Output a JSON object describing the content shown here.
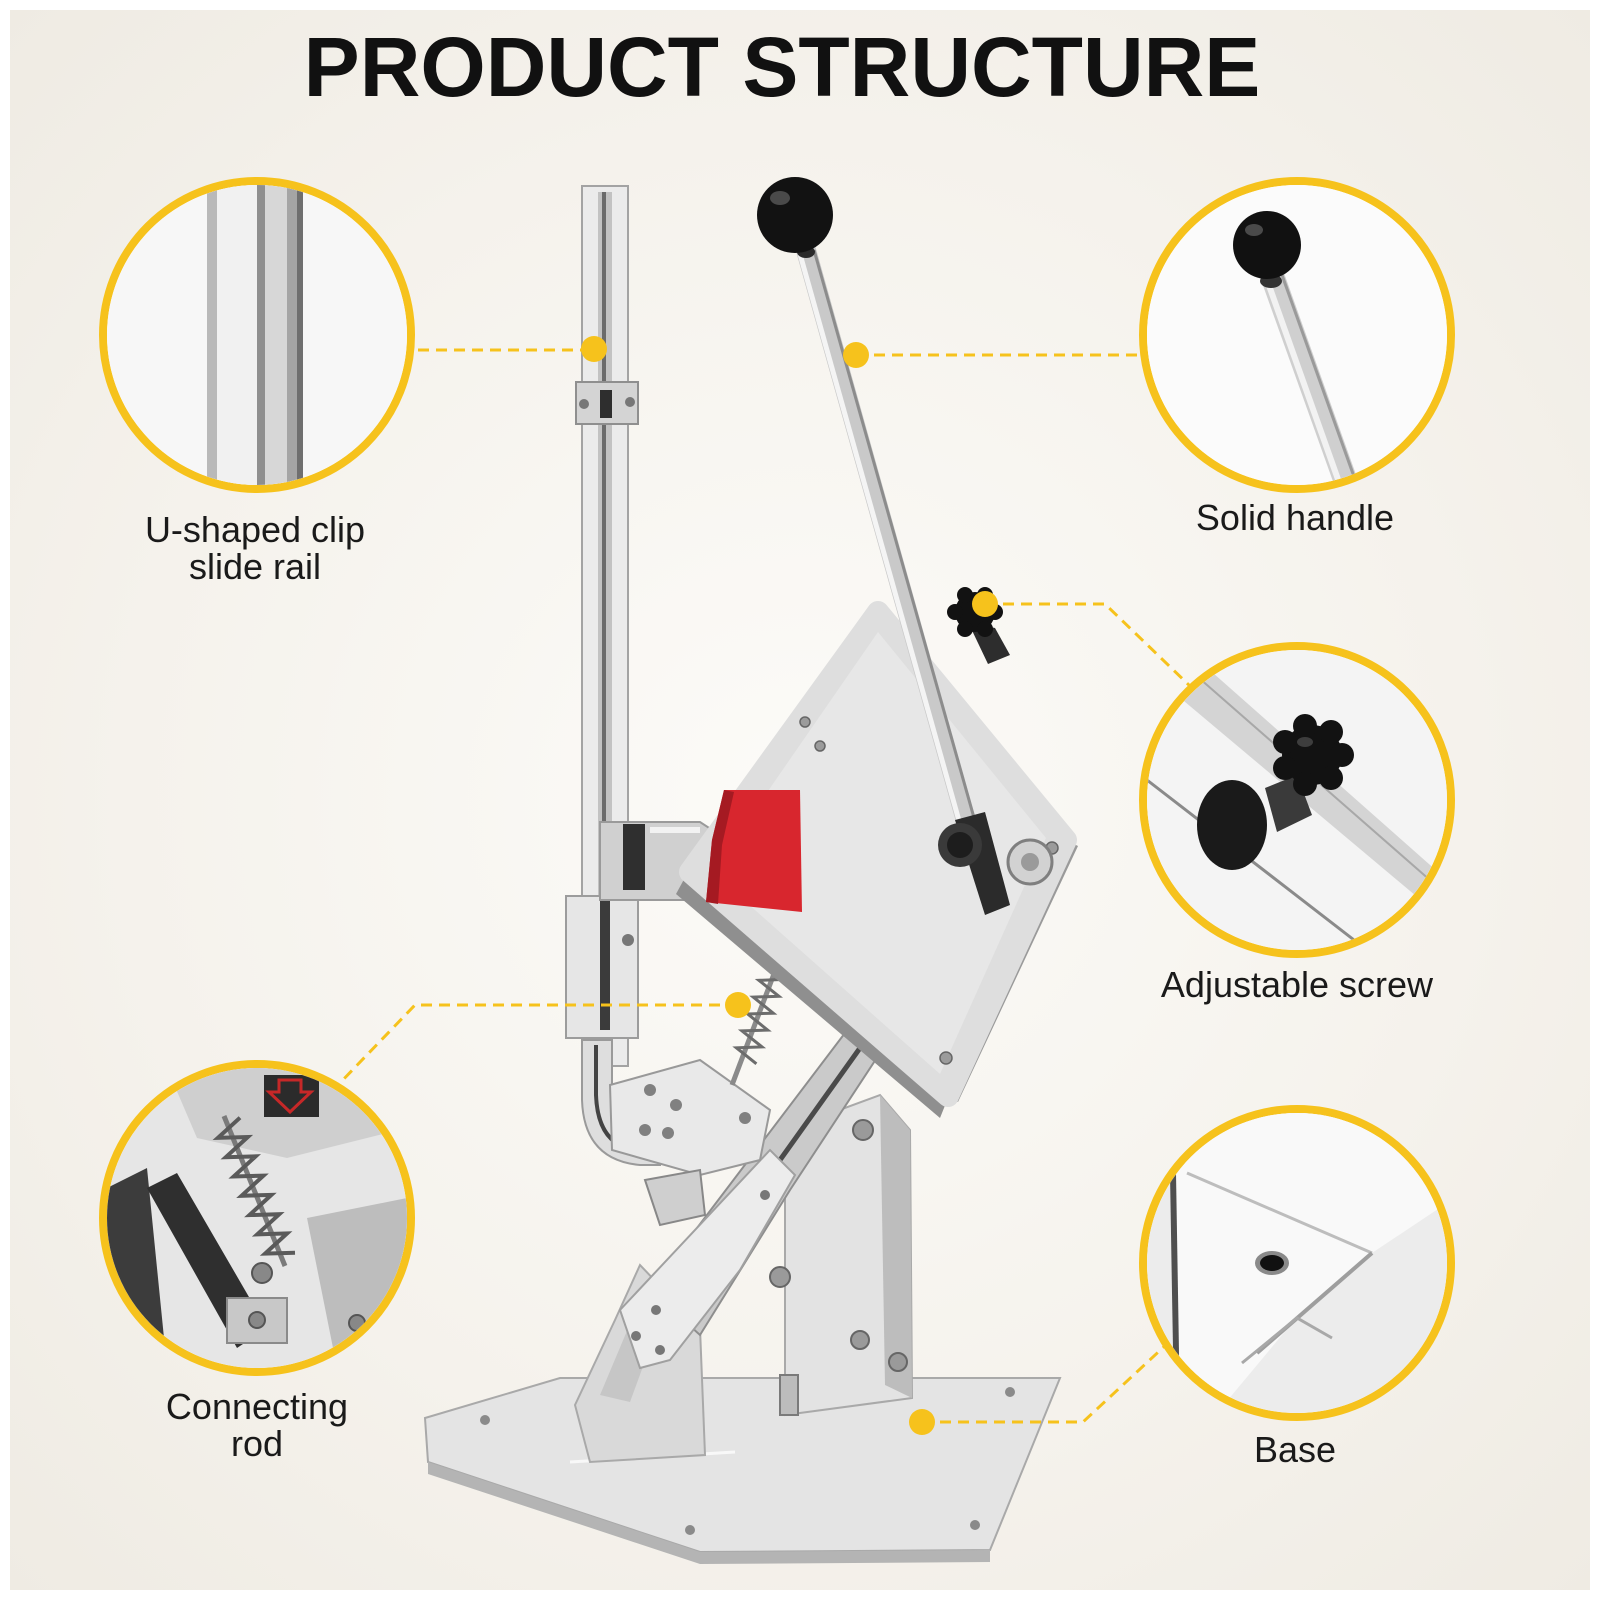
{
  "title": "PRODUCT STRUCTURE",
  "colors": {
    "accent": "#f6c21c",
    "background": "#f3f0ea",
    "text": "#141414",
    "label_red": "#d8262e",
    "knob_black": "#121212"
  },
  "callouts": [
    {
      "lines": [
        "U-shaped clip",
        "slide rail"
      ]
    },
    {
      "lines": [
        "Solid handle"
      ]
    },
    {
      "lines": [
        "Adjustable screw"
      ]
    },
    {
      "lines": [
        "Connecting",
        "rod"
      ]
    },
    {
      "lines": [
        "Base"
      ]
    }
  ]
}
